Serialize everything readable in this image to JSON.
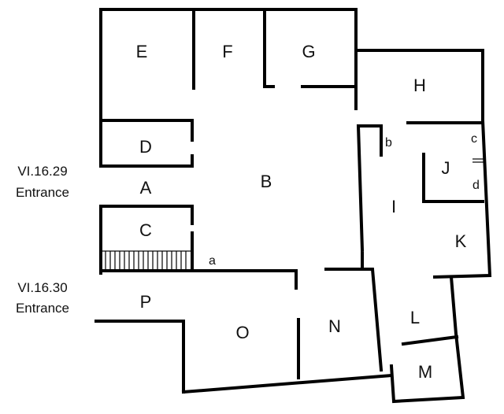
{
  "plan": {
    "entrances": [
      {
        "id": "entrance-vi-16-29",
        "code": "VI.16.29",
        "word": "Entrance"
      },
      {
        "id": "entrance-vi-16-30",
        "code": "VI.16.30",
        "word": "Entrance"
      }
    ],
    "rooms": {
      "A": "A",
      "B": "B",
      "C": "C",
      "D": "D",
      "E": "E",
      "F": "F",
      "G": "G",
      "H": "H",
      "I": "I",
      "J": "J",
      "K": "K",
      "L": "L",
      "M": "M",
      "N": "N",
      "O": "O",
      "P": "P"
    },
    "features": {
      "a": "a",
      "b": "b",
      "c": "c",
      "d": "d"
    }
  }
}
